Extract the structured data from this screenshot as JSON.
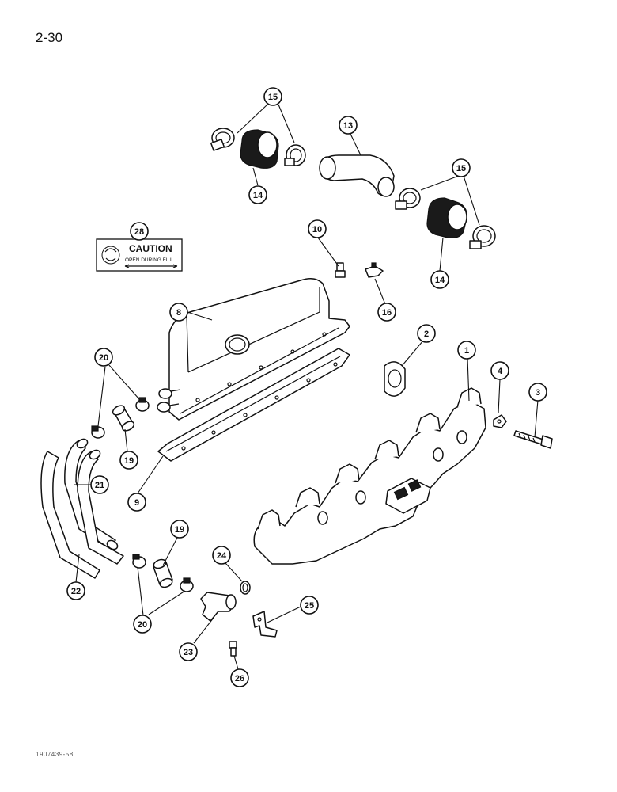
{
  "page_number": "2-30",
  "reference_code": "1907439-58",
  "caution_label": {
    "title": "CAUTION",
    "text": "OPEN DURING FILL"
  },
  "callouts": [
    "1",
    "2",
    "3",
    "4",
    "8",
    "9",
    "10",
    "13",
    "14",
    "15",
    "16",
    "19",
    "20",
    "21",
    "22",
    "23",
    "24",
    "25",
    "26",
    "28"
  ],
  "callout_labels": {
    "c1": "1",
    "c2": "2",
    "c3": "3",
    "c4": "4",
    "c8": "8",
    "c9": "9",
    "c10": "10",
    "c13": "13",
    "c14a": "14",
    "c14b": "14",
    "c15a": "15",
    "c15b": "15",
    "c16": "16",
    "c19a": "19",
    "c19b": "19",
    "c20a": "20",
    "c20b": "20",
    "c21": "21",
    "c22": "22",
    "c23": "23",
    "c24": "24",
    "c25": "25",
    "c26": "26",
    "c28": "28"
  }
}
